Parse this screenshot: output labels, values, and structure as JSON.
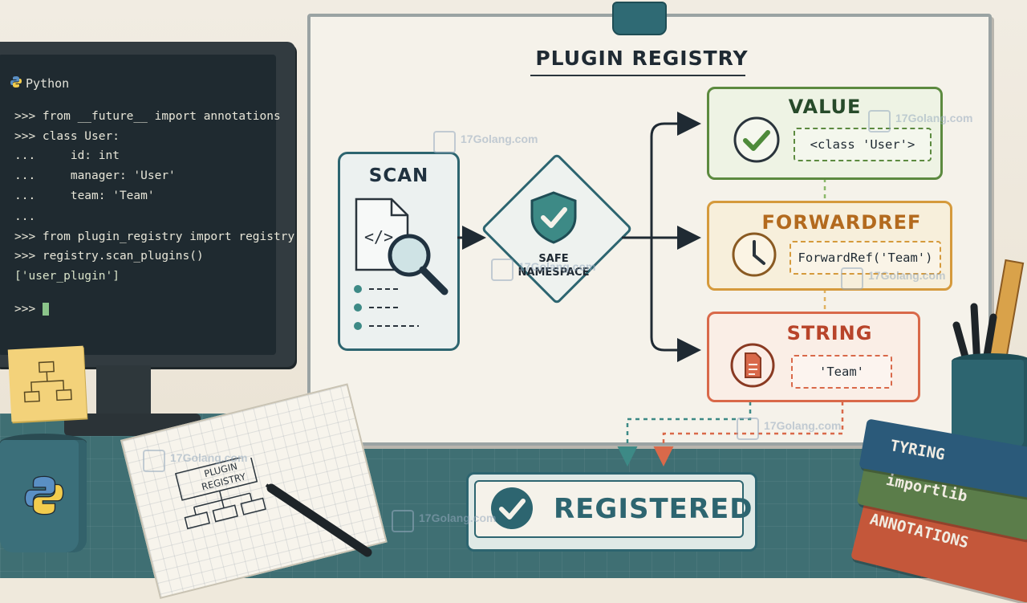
{
  "terminal": {
    "title": "Python",
    "lines": [
      ">>> from __future__ import annotations",
      ">>> class User:",
      "...     id: int",
      "...     manager: 'User'",
      "...     team: 'Team'",
      "...",
      ">>> from plugin_registry import registry",
      ">>> registry.scan_plugins()",
      "['user_plugin']",
      ">>> "
    ]
  },
  "board": {
    "title": "PLUGIN REGISTRY",
    "scan_label": "SCAN",
    "namespace_label_1": "SAFE",
    "namespace_label_2": "NAMESPACE",
    "value": {
      "title": "VALUE",
      "example": "<class 'User'>"
    },
    "forwardref": {
      "title": "FORWARDREF",
      "example": "ForwardRef('Team')"
    },
    "string": {
      "title": "STRING",
      "example": "'Team'"
    },
    "result": "REGISTERED"
  },
  "notebook": {
    "line1": "PLUGIN",
    "line2": "REGISTRY"
  },
  "books": [
    "TYRING",
    "importlib",
    "ANNOTATIONS"
  ],
  "watermark": "17Golang.com",
  "colors": {
    "teal": "#2d6570",
    "value": "#5c8a3f",
    "forwardref": "#d59a3c",
    "string": "#d9694a"
  }
}
